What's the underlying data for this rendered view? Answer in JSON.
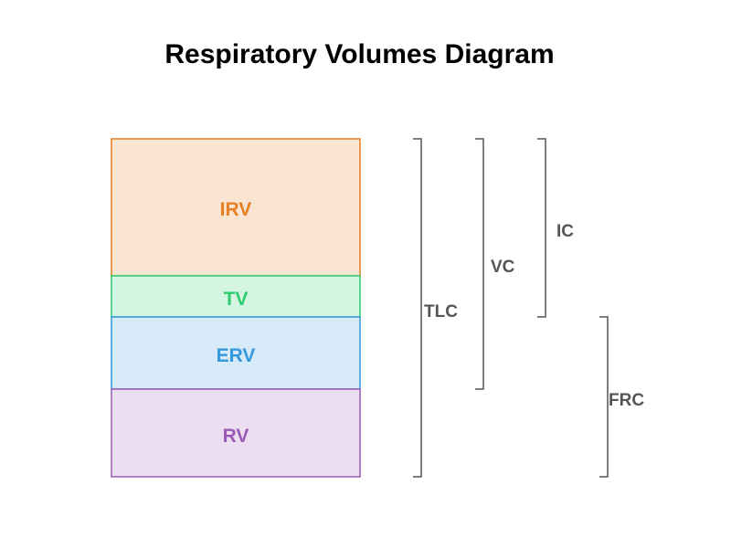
{
  "title": "Respiratory Volumes Diagram",
  "volumes": [
    {
      "id": "irv",
      "label": "IRV",
      "stroke": "#e67e22",
      "fill": "#fae5d3",
      "text": "#e67e22"
    },
    {
      "id": "tv",
      "label": "TV",
      "stroke": "#2ecc71",
      "fill": "#d5f5e3",
      "text": "#2ecc71"
    },
    {
      "id": "erv",
      "label": "ERV",
      "stroke": "#3498db",
      "fill": "#d6eaf8",
      "text": "#3498db"
    },
    {
      "id": "rv",
      "label": "RV",
      "stroke": "#9b59b6",
      "fill": "#ebdef0",
      "text": "#9b59b6"
    }
  ],
  "capacities": [
    {
      "id": "tlc",
      "label": "TLC",
      "spans": [
        "irv",
        "tv",
        "erv",
        "rv"
      ]
    },
    {
      "id": "vc",
      "label": "VC",
      "spans": [
        "irv",
        "tv",
        "erv"
      ]
    },
    {
      "id": "ic",
      "label": "IC",
      "spans": [
        "irv",
        "tv"
      ]
    },
    {
      "id": "frc",
      "label": "FRC",
      "spans": [
        "erv",
        "rv"
      ]
    }
  ],
  "bracket_color": "#555555"
}
